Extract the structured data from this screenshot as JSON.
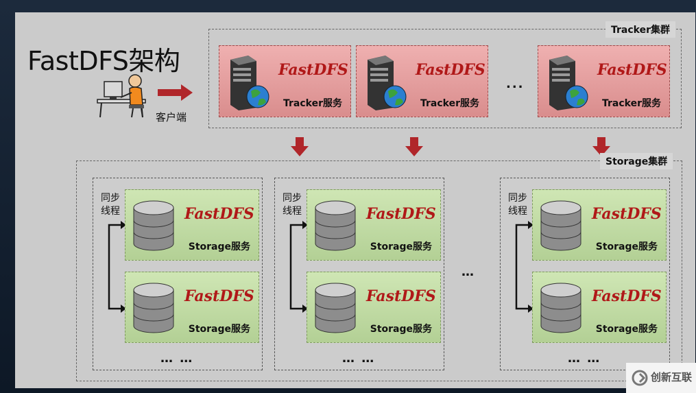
{
  "title": "FastDFS架构",
  "client": {
    "label": "客户端"
  },
  "tracker_cluster": {
    "label": "Tracker集群",
    "nodes": [
      {
        "brand": "FastDFS",
        "service": "Tracker服务"
      },
      {
        "brand": "FastDFS",
        "service": "Tracker服务"
      },
      {
        "brand": "FastDFS",
        "service": "Tracker服务"
      }
    ],
    "ellipsis": "..."
  },
  "storage_cluster": {
    "label": "Storage集群",
    "groups": [
      {
        "sync_line1": "同步",
        "sync_line2": "线程",
        "nodes": [
          {
            "brand": "FastDFS",
            "service": "Storage服务"
          },
          {
            "brand": "FastDFS",
            "service": "Storage服务"
          }
        ],
        "ellipsis": "… …"
      },
      {
        "sync_line1": "同步",
        "sync_line2": "线程",
        "nodes": [
          {
            "brand": "FastDFS",
            "service": "Storage服务"
          },
          {
            "brand": "FastDFS",
            "service": "Storage服务"
          }
        ],
        "ellipsis": "… …"
      },
      {
        "sync_line1": "同步",
        "sync_line2": "线程",
        "nodes": [
          {
            "brand": "FastDFS",
            "service": "Storage服务"
          },
          {
            "brand": "FastDFS",
            "service": "Storage服务"
          }
        ],
        "ellipsis": "… …"
      }
    ],
    "ellipsis": "…"
  },
  "watermark": {
    "text": "创新互联"
  },
  "colors": {
    "arrow": "#b0262a",
    "tracker_fill": "#e3a0a0",
    "storage_fill": "#c3dca6",
    "brand": "#b01818"
  },
  "icons": {
    "client": "person-at-computer-icon",
    "tracker": "server-with-globe-icon",
    "storage": "disk-stack-icon"
  }
}
